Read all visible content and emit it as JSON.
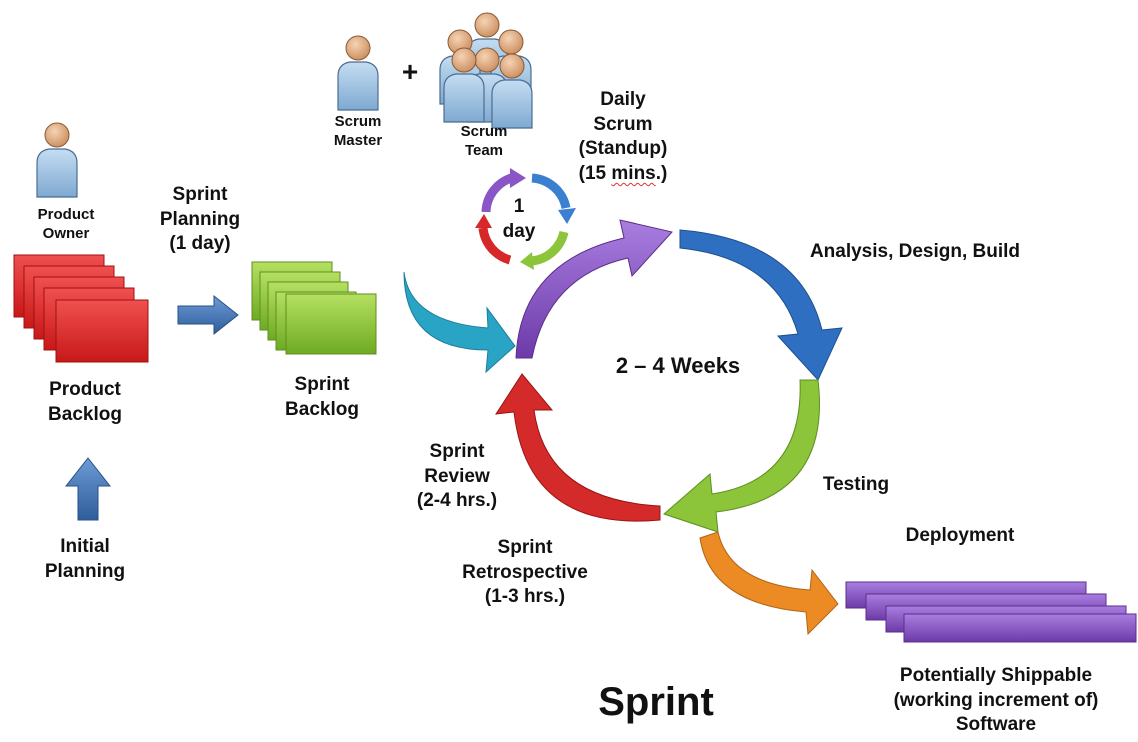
{
  "roles": {
    "product_owner": [
      "Product",
      "Owner"
    ],
    "scrum_master": [
      "Scrum",
      "Master"
    ],
    "scrum_team": [
      "Scrum",
      "Team"
    ],
    "plus": "+"
  },
  "product_backlog": [
    "Product",
    "Backlog"
  ],
  "initial_planning": [
    "Initial",
    "Planning"
  ],
  "sprint_planning": [
    "Sprint",
    "Planning",
    "(1 day)"
  ],
  "sprint_backlog": [
    "Sprint",
    "Backlog"
  ],
  "daily_scrum": {
    "lines": [
      "Daily",
      "Scrum",
      "(Standup)"
    ],
    "duration_prefix": "(15 ",
    "duration_word": "mins",
    "duration_suffix": ".)",
    "cycle": [
      "1",
      "day"
    ]
  },
  "cycle": {
    "center": "2 – 4 Weeks",
    "analysis": "Analysis, Design, Build",
    "testing": "Testing",
    "deployment": "Deployment",
    "sprint_review": [
      "Sprint",
      "Review",
      "(2-4 hrs.)"
    ],
    "sprint_retrospective": [
      "Sprint",
      "Retrospective",
      "(1-3 hrs.)"
    ]
  },
  "shippable": [
    "Potentially Shippable",
    "(working increment of)",
    "Software"
  ],
  "title": "Sprint",
  "colors": {
    "red_card": "#e12a2a",
    "green_card": "#8dc63f",
    "purple_card": "#8e55c9",
    "blue_arrow": "#3f74b8",
    "cycle_purple": "#7a4fb0",
    "cycle_blue": "#2f6fc2",
    "cycle_green": "#8cc43a",
    "cycle_red": "#d42a2a",
    "teal_arrow": "#2aa4c4",
    "orange_arrow": "#ec8a24",
    "person_head": "#e8b48a",
    "person_body": "#9ec4e6"
  }
}
